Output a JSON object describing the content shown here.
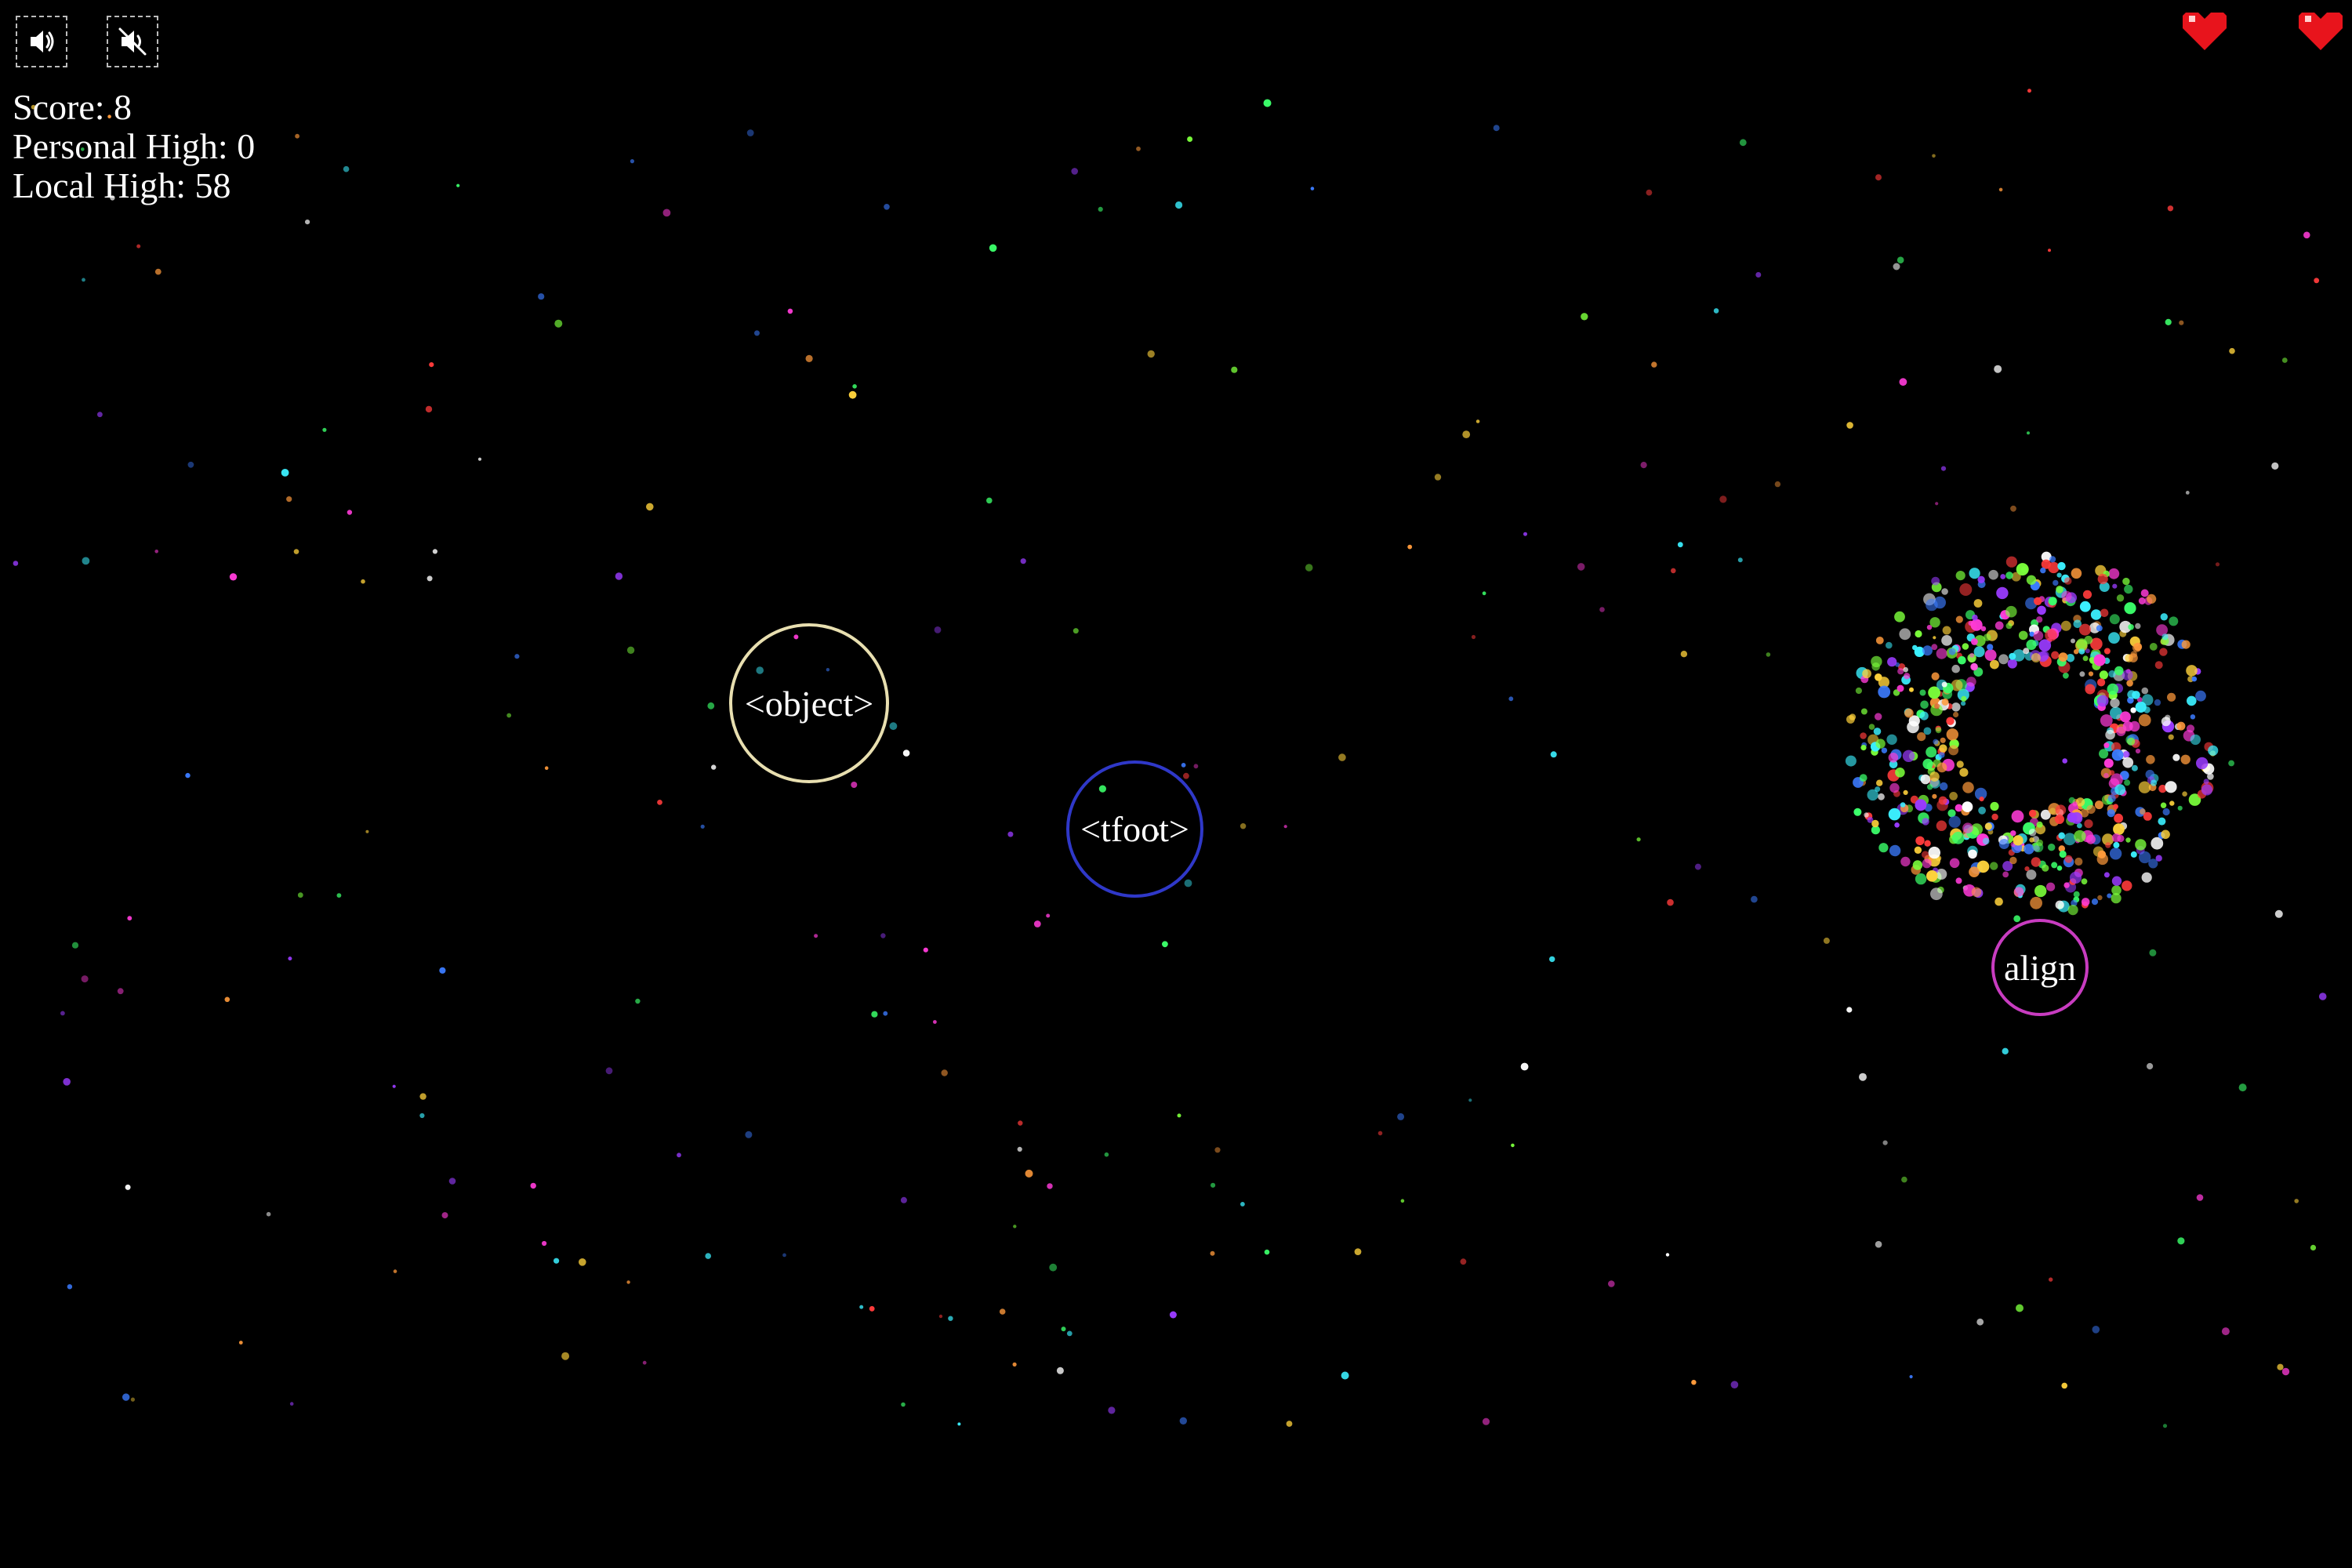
{
  "controls": {
    "sound_on_icon": "speaker-on-icon",
    "sound_off_icon": "speaker-muted-icon"
  },
  "stats": {
    "score": "Score: 8",
    "personal_high": "Personal High: 0",
    "local_high": "Local High: 58"
  },
  "lives": {
    "count": 2,
    "icon": "heart-icon",
    "color": "#e8141c"
  },
  "bubbles": [
    {
      "label": "<object>",
      "color": "#e8dfb0"
    },
    {
      "label": "<tfoot>",
      "color": "#2f38c8"
    },
    {
      "label": "align",
      "color": "#c83cc0"
    }
  ],
  "effects": {
    "explosion": "confetti-burst"
  }
}
